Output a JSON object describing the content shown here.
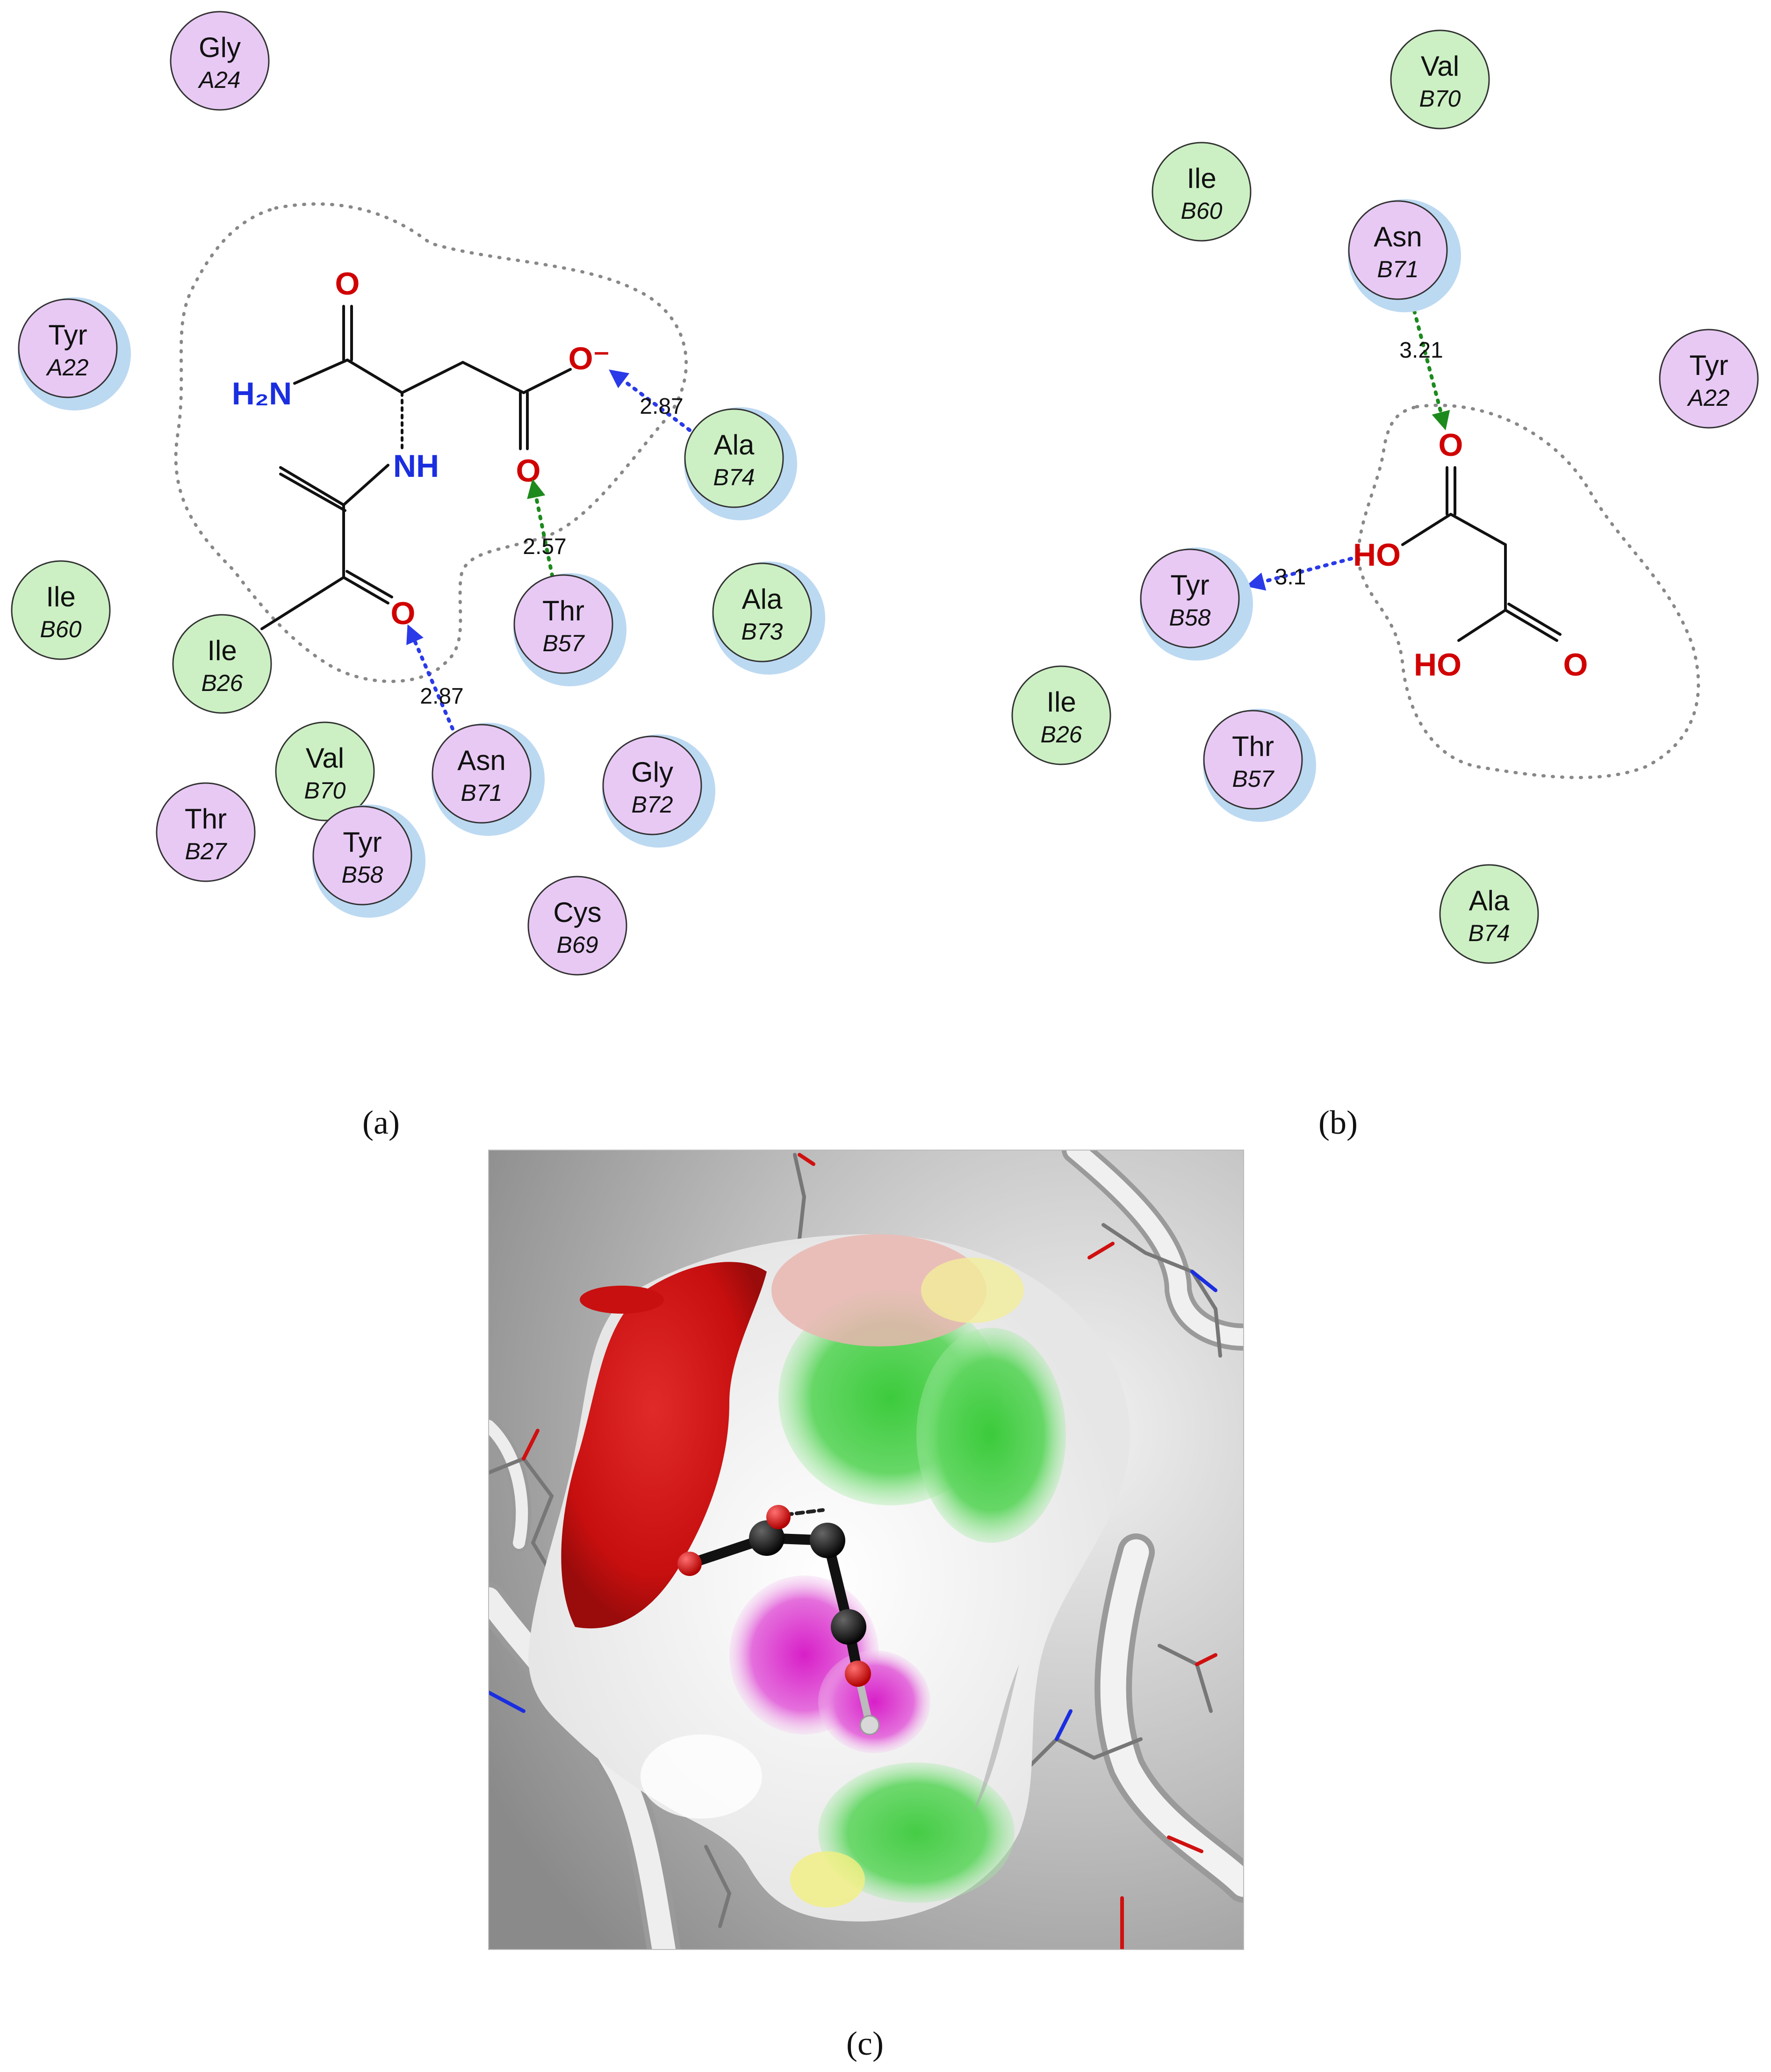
{
  "panels": {
    "a": {
      "label": "(a)",
      "residues": [
        {
          "name": "Gly",
          "chain": "A24",
          "kind": "polar",
          "halo": false
        },
        {
          "name": "Tyr",
          "chain": "A22",
          "kind": "polar",
          "halo": true
        },
        {
          "name": "Ile",
          "chain": "B60",
          "kind": "hydrophobic",
          "halo": false
        },
        {
          "name": "Ile",
          "chain": "B26",
          "kind": "hydrophobic",
          "halo": false
        },
        {
          "name": "Thr",
          "chain": "B57",
          "kind": "polar",
          "halo": true
        },
        {
          "name": "Ala",
          "chain": "B73",
          "kind": "hydrophobic",
          "halo": true
        },
        {
          "name": "Ala",
          "chain": "B74",
          "kind": "hydrophobic",
          "halo": true
        },
        {
          "name": "Val",
          "chain": "B70",
          "kind": "hydrophobic",
          "halo": false
        },
        {
          "name": "Asn",
          "chain": "B71",
          "kind": "polar",
          "halo": true
        },
        {
          "name": "Gly",
          "chain": "B72",
          "kind": "polar",
          "halo": true
        },
        {
          "name": "Thr",
          "chain": "B27",
          "kind": "polar",
          "halo": false
        },
        {
          "name": "Tyr",
          "chain": "B58",
          "kind": "polar",
          "halo": true
        },
        {
          "name": "Cys",
          "chain": "B69",
          "kind": "polar",
          "halo": false
        }
      ],
      "atoms": [
        {
          "text": "O",
          "element": "O"
        },
        {
          "text": "H₂N",
          "element": "N"
        },
        {
          "text": "O⁻",
          "element": "O"
        },
        {
          "text": "O",
          "element": "O"
        },
        {
          "text": "NH",
          "element": "N"
        },
        {
          "text": "O",
          "element": "O"
        }
      ],
      "hbonds": [
        {
          "distance": "2.87",
          "color": "blue"
        },
        {
          "distance": "2.57",
          "color": "green"
        },
        {
          "distance": "2.87",
          "color": "blue"
        }
      ]
    },
    "b": {
      "label": "(b)",
      "residues": [
        {
          "name": "Val",
          "chain": "B70",
          "kind": "hydrophobic",
          "halo": false
        },
        {
          "name": "Ile",
          "chain": "B60",
          "kind": "hydrophobic",
          "halo": false
        },
        {
          "name": "Asn",
          "chain": "B71",
          "kind": "polar",
          "halo": true
        },
        {
          "name": "Tyr",
          "chain": "A22",
          "kind": "polar",
          "halo": false
        },
        {
          "name": "Tyr",
          "chain": "B58",
          "kind": "polar",
          "halo": true
        },
        {
          "name": "Ile",
          "chain": "B26",
          "kind": "hydrophobic",
          "halo": false
        },
        {
          "name": "Thr",
          "chain": "B57",
          "kind": "polar",
          "halo": true
        },
        {
          "name": "Ala",
          "chain": "B74",
          "kind": "hydrophobic",
          "halo": false
        }
      ],
      "atoms": [
        {
          "text": "O",
          "element": "O"
        },
        {
          "text": "HO",
          "element": "O"
        },
        {
          "text": "HO",
          "element": "O"
        },
        {
          "text": "O",
          "element": "O"
        }
      ],
      "hbonds": [
        {
          "distance": "3.21",
          "color": "green"
        },
        {
          "distance": "3.1",
          "color": "blue"
        }
      ]
    },
    "c": {
      "label": "(c)"
    }
  },
  "colors": {
    "polar_fill": "#e8c9f4",
    "hydrophobic_fill": "#ccf0c4",
    "halo": "#bcd9f2",
    "hbond_backbone": "#2a3ae8",
    "hbond_sidechain": "#1d8a1d",
    "oxygen": "#d00000",
    "nitrogen": "#1a2ee0",
    "surface_hbond_donor": "#e0007a",
    "surface_hbond_acceptor": "#2fc42f",
    "surface_red": "#d01010"
  }
}
